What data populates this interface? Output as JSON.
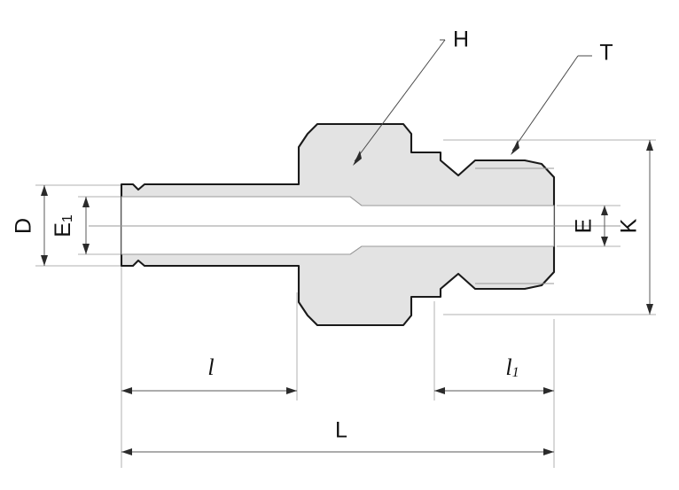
{
  "drawing": {
    "type": "engineering-cross-section",
    "subject": "tube-fitting-male-connector",
    "background_color": "#ffffff",
    "body_fill_color": "#e3e3e3",
    "outline_color": "#1a1a1a",
    "dimension_line_color": "#5a5a5a"
  },
  "labels": {
    "d_outer": "D",
    "e1_bore_left": "E",
    "e1_subscript": "1",
    "e_bore_right": "E",
    "k_across_flats": "K",
    "h_hex_callout": "H",
    "t_thread_callout": "T",
    "l_small": "l",
    "l1_small": "l",
    "l1_subscript": "1",
    "l_overall": "L"
  },
  "callouts": [
    {
      "name": "hex-body-callout",
      "label": "H"
    },
    {
      "name": "thread-callout",
      "label": "T"
    }
  ],
  "vertical_dimensions": [
    {
      "name": "tube-outer-diameter",
      "label": "D",
      "side": "left"
    },
    {
      "name": "tube-inner-bore",
      "label": "E1",
      "side": "left"
    },
    {
      "name": "thread-bore",
      "label": "E",
      "side": "right"
    },
    {
      "name": "hex-across-flats",
      "label": "K",
      "side": "right"
    }
  ],
  "horizontal_dimensions": [
    {
      "name": "tube-length",
      "label": "l"
    },
    {
      "name": "thread-length",
      "label": "l1"
    },
    {
      "name": "overall-length",
      "label": "L"
    }
  ]
}
